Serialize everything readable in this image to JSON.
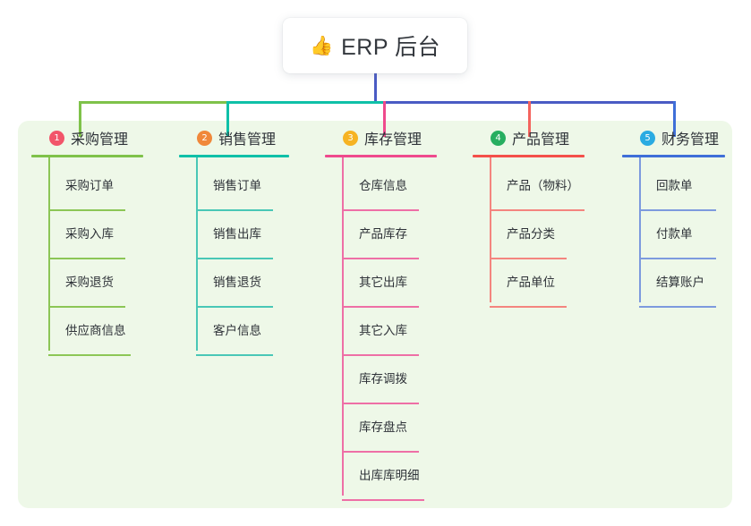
{
  "root": {
    "icon": "thumbs-up-icon",
    "icon_glyph": "👍",
    "label": "ERP 后台"
  },
  "panel": {
    "background": "#eef8e8"
  },
  "connectors": {
    "trunk_color": "#4a5bc4",
    "bar_segments": [
      {
        "name": "bar-green",
        "color": "#7fc24a"
      },
      {
        "name": "bar-teal",
        "color": "#0fc0a8"
      },
      {
        "name": "bar-purple",
        "color": "#4a5bc4"
      }
    ],
    "drops": [
      "#7fc24a",
      "#0fc0a8",
      "#ef4a8d",
      "#f4645e",
      "#3f6fd8"
    ]
  },
  "columns": [
    {
      "number": "1",
      "badge_color": "#f2556a",
      "title": "采购管理",
      "rule_color": "#7fc24a",
      "line_color": "#8cc656",
      "items": [
        {
          "label": "采购订单"
        },
        {
          "label": "采购入库"
        },
        {
          "label": "采购退货"
        },
        {
          "label": "供应商信息"
        }
      ]
    },
    {
      "number": "2",
      "badge_color": "#f0883a",
      "title": "销售管理",
      "rule_color": "#0fc0a8",
      "line_color": "#49c7b6",
      "items": [
        {
          "label": "销售订单"
        },
        {
          "label": "销售出库"
        },
        {
          "label": "销售退货"
        },
        {
          "label": "客户信息"
        }
      ]
    },
    {
      "number": "3",
      "badge_color": "#f6b323",
      "title": "库存管理",
      "rule_color": "#ef4a8d",
      "line_color": "#ee6fa6",
      "items": [
        {
          "label": "仓库信息"
        },
        {
          "label": "产品库存"
        },
        {
          "label": "其它出库"
        },
        {
          "label": "其它入库"
        },
        {
          "label": "库存调拨"
        },
        {
          "label": "库存盘点"
        },
        {
          "label": "出库库明细"
        }
      ]
    },
    {
      "number": "4",
      "badge_color": "#27ae60",
      "title": "产品管理",
      "rule_color": "#f4504a",
      "line_color": "#f4857f",
      "items": [
        {
          "label": "产品（物料）"
        },
        {
          "label": "产品分类"
        },
        {
          "label": "产品单位"
        }
      ]
    },
    {
      "number": "5",
      "badge_color": "#2aabe2",
      "title": "财务管理",
      "rule_color": "#3f6fd8",
      "line_color": "#7d9ade",
      "items": [
        {
          "label": "回款单"
        },
        {
          "label": "付款单"
        },
        {
          "label": "结算账户"
        }
      ]
    }
  ]
}
